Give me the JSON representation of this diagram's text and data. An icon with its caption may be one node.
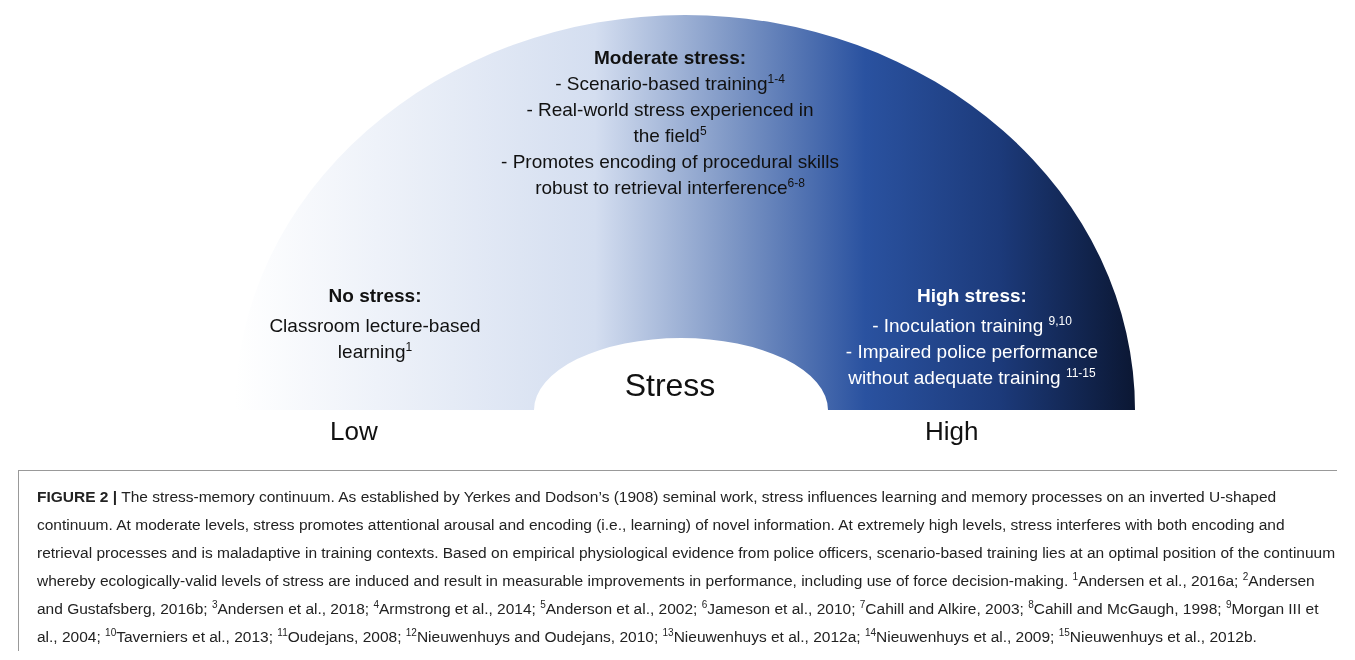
{
  "diagram": {
    "caption": "**FIGURE 2 |** The stress-memory continuum. As established by Yerkes and Dodson’s (1908) seminal work, stress influences learning and memory processes on an inverted U-shaped continuum. At moderate levels, stress promotes attentional arousal and encoding (i.e., learning) of novel information. At extremely high levels, stress interferes with both encoding and retrieval processes and is maladaptive in training contexts. Based on empirical physiological evidence from police officers, scenario-based training lies at an optimal position of the continuum whereby ecologically-valid levels of stress are induced and result in measurable improvements in performance, including use of force decision-making. $^{1}$Andersen et al., 2016a; $^{2}$Andersen and Gustafsberg, 2016b; $^{3}$Andersen et al., 2018; $^{4}$Armstrong et al., 2014; $^{5}$Anderson et al., 2002; $^{6}$Jameson et al., 2010; $^{7}$Cahill and Alkire, 2003; $^{8}$Cahill and McGaugh, 1998; $^{9}$Morgan III et al., 2004; $^{10}$Taverniers et al., 2013; $^{11}$Oudejans, 2008; $^{12}$Nieuwenhuys and Oudejans, 2010; $^{13}$Nieuwenhuys et al., 2012a; $^{14}$Nieuwenhuys et al., 2009; $^{15}$Nieuwenhuys et al., 2012b.",
    "nodes": [
      {
        "text": [
          "Moderate stress:",
          "- Scenario-based training$^{1-4}$",
          "- Real-world stress experienced in the field$^{5}$",
          "- Promotes encoding of procedural skills robust to retrieval interference$^{6-8}$",
          "No stress:",
          "Classroom lecture-based learning$^{1}$",
          "High stress:",
          "- Inoculation training $^{9,10}$",
          "- Impaired police performance without adequate training $^{11-15}$",
          "Stress"
        ]
      }
    ],
    "labels": [
      "Low",
      "High"
    ]
  }
}
